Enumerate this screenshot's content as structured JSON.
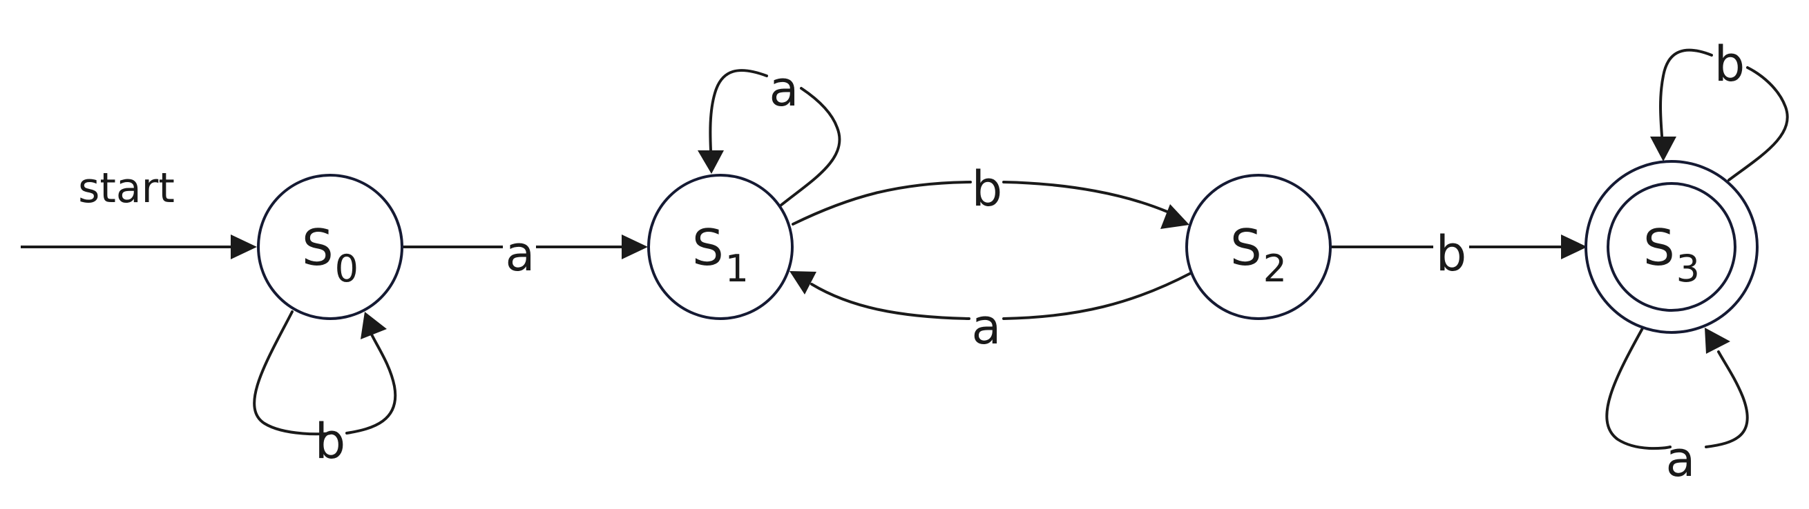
{
  "start_label": "start",
  "states": [
    {
      "id": "s0",
      "name": "S",
      "subscript": "0",
      "accepting": false
    },
    {
      "id": "s1",
      "name": "S",
      "subscript": "1",
      "accepting": false
    },
    {
      "id": "s2",
      "name": "S",
      "subscript": "2",
      "accepting": false
    },
    {
      "id": "s3",
      "name": "S",
      "subscript": "3",
      "accepting": true
    }
  ],
  "transitions": [
    {
      "from": "s0",
      "to": "s1",
      "label": "a"
    },
    {
      "from": "s0",
      "to": "s0",
      "label": "b"
    },
    {
      "from": "s1",
      "to": "s1",
      "label": "a"
    },
    {
      "from": "s1",
      "to": "s2",
      "label": "b"
    },
    {
      "from": "s2",
      "to": "s1",
      "label": "a"
    },
    {
      "from": "s2",
      "to": "s3",
      "label": "b"
    },
    {
      "from": "s3",
      "to": "s3",
      "label": "b"
    },
    {
      "from": "s3",
      "to": "s3",
      "label": "a"
    }
  ]
}
